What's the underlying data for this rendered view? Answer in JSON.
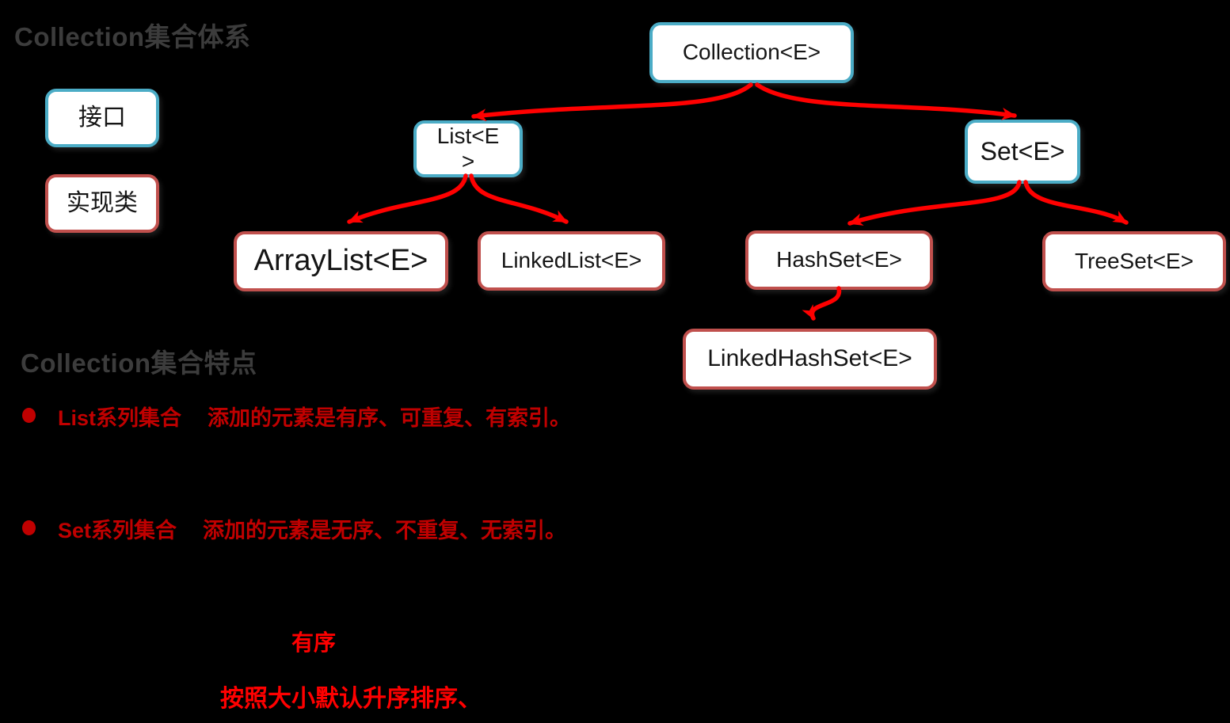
{
  "headings": {
    "hierarchy": "Collection集合体系",
    "features": "Collection集合特点"
  },
  "legend": {
    "interface": "接口",
    "implementation": "实现类"
  },
  "tree": {
    "collection": "Collection<E>",
    "list_line1": "List<E",
    "list_line2": ">",
    "set": "Set<E>",
    "arraylist": "ArrayList<E>",
    "linkedlist": "LinkedList<E>",
    "hashset": "HashSet<E>",
    "treeset": "TreeSet<E>",
    "linkedhashset": "LinkedHashSet<E>"
  },
  "bullets": [
    {
      "label": "List系列集合",
      "text": "添加的元素是有序、可重复、有索引。"
    },
    {
      "label": "Set系列集合",
      "text": "添加的元素是无序、不重复、无索引。"
    }
  ],
  "notes": [
    {
      "text": "有序"
    },
    {
      "text": "按照大小默认升序排序、"
    }
  ],
  "colors": {
    "background": "#000000",
    "interface_border": "#4bacc6",
    "implementation_border": "#c0504d",
    "box_background": "#ffffff",
    "box_text": "#151515",
    "heading_text": "#3c3c3c",
    "bullet_red": "#c00000",
    "note_red": "#ff0000",
    "arrow_red": "#ff0000"
  }
}
